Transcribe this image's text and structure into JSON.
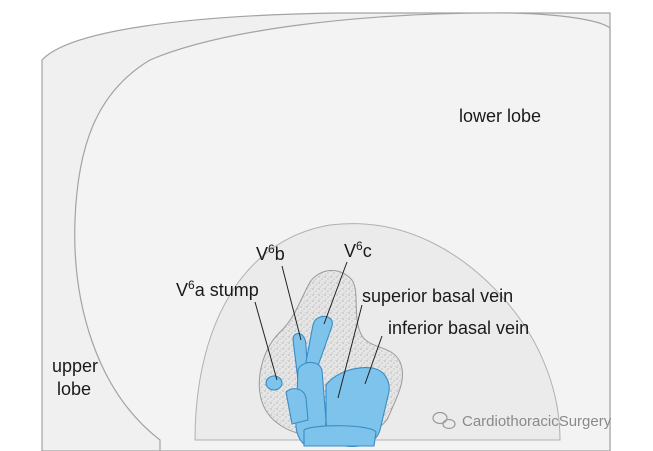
{
  "labels": {
    "lower_lobe": "lower lobe",
    "upper_lobe_line1": "upper",
    "upper_lobe_line2": "lobe",
    "v6b_base": "V",
    "v6b_sup": "6",
    "v6b_suffix": "b",
    "v6c_base": "V",
    "v6c_sup": "6",
    "v6c_suffix": "c",
    "v6a_base": "V",
    "v6a_sup": "6",
    "v6a_suffix": "a stump",
    "superior_basal_vein": "superior basal vein",
    "inferior_basal_vein": "inferior basal vein"
  },
  "watermark": {
    "text": "CardiothoracicSurgery",
    "icon": "wechat-icon"
  },
  "colors": {
    "lobe_fill": "#f0f0f0",
    "lobe_outline": "#9a9a9a",
    "vein_fill": "#7ec3ec",
    "vein_outline": "#3a8cc4",
    "tissue_fill": "#dedede"
  }
}
